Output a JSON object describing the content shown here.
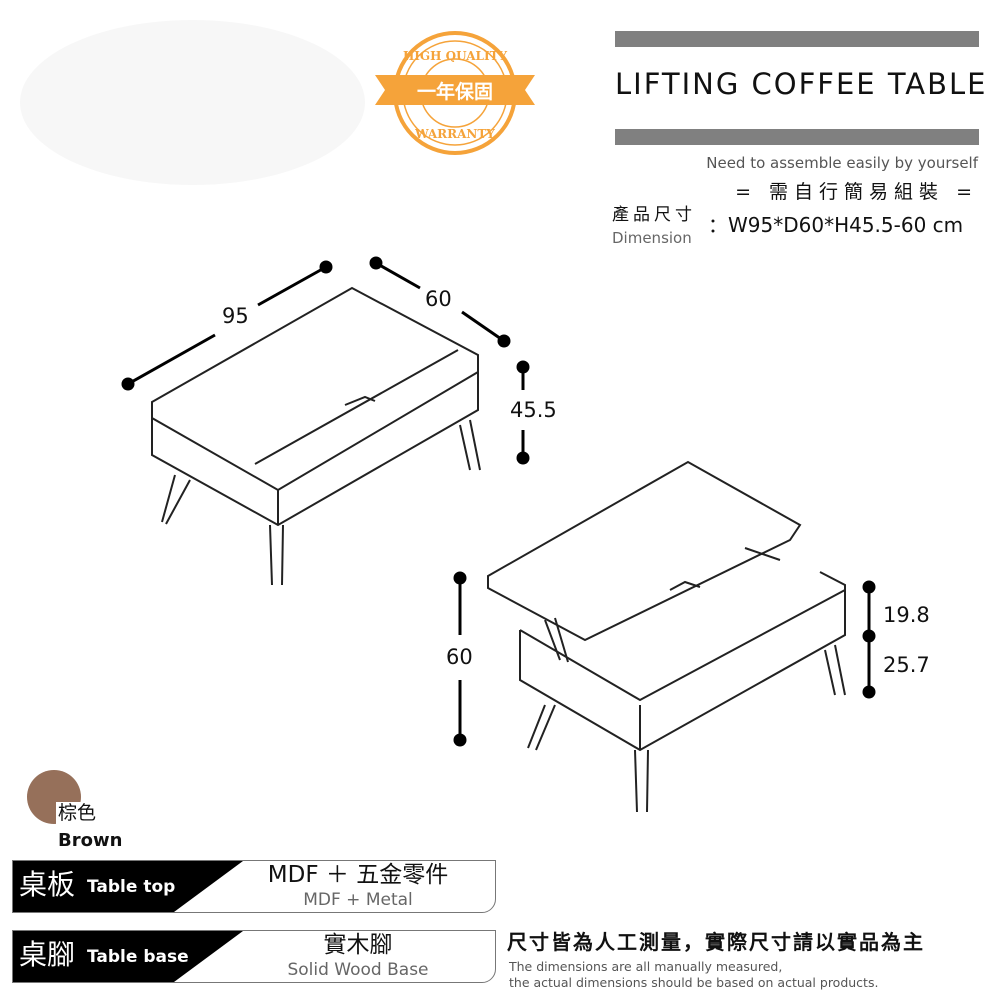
{
  "badge": {
    "top_text": "HIGH QUALITY",
    "ribbon": "一年保固",
    "bottom_text": "WARRANTY",
    "color": "#f5a33a"
  },
  "header": {
    "title": "LIFTING COFFEE TABLE",
    "assemble_en": "Need to assemble easily by yourself",
    "assemble_zh": "= 需自行簡易組裝 =",
    "dimension_zh": "產品尺寸",
    "dimension_en": "Dimension",
    "dimension_value": "：W95*D60*H45.5-60 cm"
  },
  "dimensions": {
    "width": "95",
    "depth": "60",
    "height_closed": "45.5",
    "height_open": "60",
    "lift": "19.8",
    "base": "25.7"
  },
  "color": {
    "zh": "棕色",
    "en": "Brown",
    "hex": "#96705a"
  },
  "materials": [
    {
      "zh": "桌板",
      "en": "Table top",
      "value_zh": "MDF ＋ 五金零件",
      "value_en": "MDF + Metal"
    },
    {
      "zh": "桌腳",
      "en": "Table base",
      "value_zh": "實木腳",
      "value_en": "Solid Wood Base"
    }
  ],
  "note": {
    "zh": "尺寸皆為人工測量，實際尺寸請以實品為主",
    "en1": "The dimensions are all manually measured,",
    "en2": "the actual dimensions should be based on actual products."
  }
}
